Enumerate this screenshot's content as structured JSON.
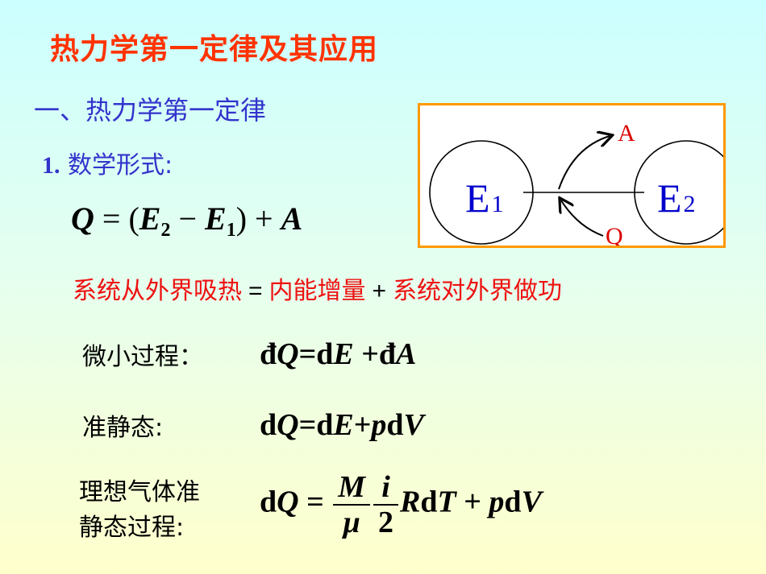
{
  "slide": {
    "title": "热力学第一定律及其应用",
    "section_heading": "一、热力学第一定律",
    "subsection": {
      "number": "1.",
      "label": "数学形式:"
    },
    "main_formula": {
      "lhs": "Q",
      "eq": "=",
      "open": "(",
      "E2": "E",
      "E2_sub": "2",
      "minus": "−",
      "E1": "E",
      "E1_sub": "1",
      "close": ")",
      "plus": "+",
      "A": "A"
    },
    "diagram": {
      "left_state": "E",
      "left_sub": "1",
      "right_state": "E",
      "right_sub": "2",
      "work_label": "A",
      "heat_label": "Q",
      "border_color": "#ff9900",
      "state_color": "#0000cc",
      "arrow_label_color": "#dd0000"
    },
    "verbal_equation": {
      "term1": "系统从外界吸热",
      "op1": "=",
      "term2": "内能增量",
      "op2": "+",
      "term3": "系统对外界做功"
    },
    "cases": [
      {
        "label": "微小过程：",
        "formula": [
          "đ",
          "Q",
          "=d",
          "E",
          " +đ",
          "A"
        ]
      },
      {
        "label": "准静态:",
        "formula": [
          "d",
          "Q",
          "=d",
          "E",
          "+",
          "p",
          "d",
          "V"
        ]
      },
      {
        "label_line1": "理想气体准",
        "label_line2": "静态过程:",
        "formula": {
          "lhs_d": "d",
          "lhs_Q": "Q",
          "eq": " = ",
          "frac1_num": "M",
          "frac1_den": "μ",
          "frac2_num": "i",
          "frac2_den": "2",
          "R": "R",
          "d1": "d",
          "T": "T",
          "plus": " + ",
          "p": "p",
          "d2": "d",
          "V": "V"
        }
      }
    ],
    "colors": {
      "title": "#ff3300",
      "heading": "#3333cc",
      "verbal": "#ee1111",
      "bg_top": "#ccffff",
      "bg_bottom": "#ffffcc"
    }
  }
}
